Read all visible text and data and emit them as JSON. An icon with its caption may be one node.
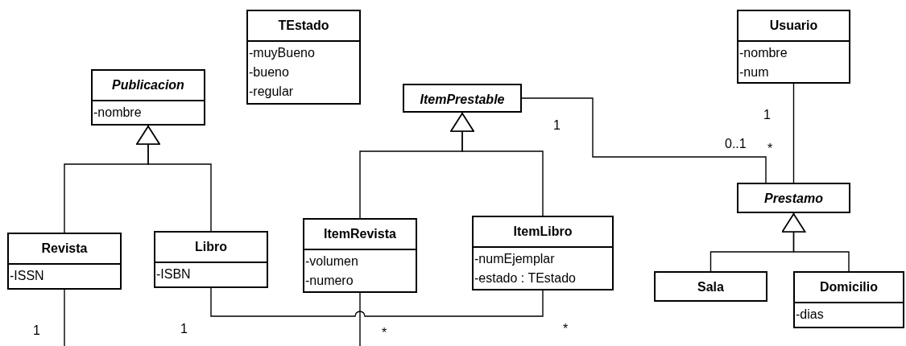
{
  "diagram": {
    "nodes": [
      {
        "text": [
          "TEstado",
          "-muyBueno",
          "-bueno",
          "-regular"
        ]
      },
      {
        "text": [
          "Usuario",
          "-nombre",
          "-num"
        ]
      },
      {
        "text": [
          "Publicacion",
          "-nombre"
        ]
      },
      {
        "text": [
          "ItemPrestable"
        ]
      },
      {
        "text": [
          "Prestamo"
        ]
      },
      {
        "text": [
          "Revista",
          "-ISSN"
        ]
      },
      {
        "text": [
          "Libro",
          "-ISBN"
        ]
      },
      {
        "text": [
          "ItemRevista",
          "-volumen",
          "-numero"
        ]
      },
      {
        "text": [
          "ItemLibro",
          "-numEjemplar",
          "-estado : TEstado"
        ]
      },
      {
        "text": [
          "Sala"
        ]
      },
      {
        "text": [
          "Domicilio",
          "-dias"
        ]
      }
    ],
    "edges": [
      {
        "from": 5,
        "to": 2,
        "arrow": "to"
      },
      {
        "from": 6,
        "to": 2,
        "arrow": "to"
      },
      {
        "from": 7,
        "to": 3,
        "arrow": "to"
      },
      {
        "from": 8,
        "to": 3,
        "arrow": "to"
      },
      {
        "from": 9,
        "to": 4,
        "arrow": "to"
      },
      {
        "from": 10,
        "to": 4,
        "arrow": "to"
      },
      {
        "from": 3,
        "to": 4,
        "arrow": "none"
      },
      {
        "from": 1,
        "to": 4,
        "arrow": "none"
      },
      {
        "from": 6,
        "to": 8,
        "arrow": "none"
      },
      {
        "from": 5,
        "to": null,
        "arrow": "none"
      },
      {
        "from": 7,
        "to": null,
        "arrow": "none"
      }
    ],
    "labels": [
      "1",
      "1",
      "0..1",
      "*",
      "1",
      "1",
      "*",
      "*"
    ]
  }
}
